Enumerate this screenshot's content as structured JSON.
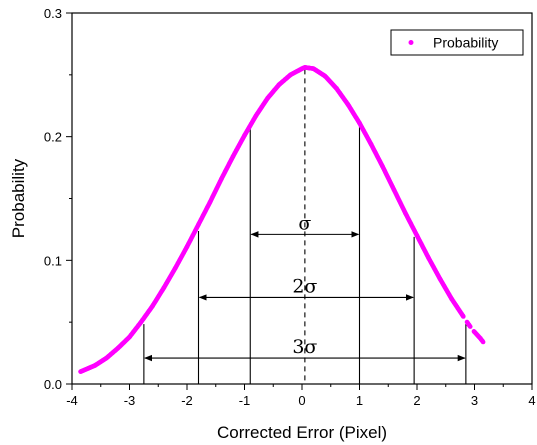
{
  "chart_data": {
    "type": "scatter",
    "xlabel": "Corrected Error (Pixel)",
    "ylabel": "Probability",
    "xlim": [
      -4,
      4
    ],
    "ylim": [
      0,
      0.3
    ],
    "x_ticks": [
      "-4",
      "-3",
      "-2",
      "-1",
      "0",
      "1",
      "2",
      "3",
      "4"
    ],
    "y_ticks": [
      "0.0",
      "0.1",
      "0.2",
      "0.3"
    ],
    "series": [
      {
        "name": "Probability",
        "color": "#ff00ff",
        "x": [
          -3.85,
          -3.6,
          -3.4,
          -3.2,
          -3.0,
          -2.8,
          -2.6,
          -2.4,
          -2.2,
          -2.0,
          -1.8,
          -1.6,
          -1.4,
          -1.2,
          -1.0,
          -0.8,
          -0.6,
          -0.4,
          -0.2,
          0.0,
          0.05,
          0.2,
          0.4,
          0.6,
          0.8,
          1.0,
          1.2,
          1.4,
          1.6,
          1.8,
          2.0,
          2.2,
          2.4,
          2.6,
          2.8,
          2.9,
          3.0,
          3.1,
          3.15
        ],
        "y": [
          0.01,
          0.015,
          0.021,
          0.029,
          0.038,
          0.05,
          0.063,
          0.078,
          0.094,
          0.111,
          0.129,
          0.147,
          0.166,
          0.184,
          0.201,
          0.217,
          0.231,
          0.242,
          0.25,
          0.255,
          0.256,
          0.255,
          0.249,
          0.239,
          0.226,
          0.211,
          0.194,
          0.176,
          0.157,
          0.138,
          0.12,
          0.102,
          0.085,
          0.069,
          0.055,
          0.048,
          0.042,
          0.037,
          0.034
        ]
      }
    ],
    "mean": 0.05,
    "sigma_bounds": [
      {
        "label": "σ",
        "left": -0.9,
        "right": 1.0,
        "arrow_y": 0.121
      },
      {
        "label": "2σ",
        "left": -1.8,
        "right": 1.95,
        "arrow_y": 0.07
      },
      {
        "label": "3σ",
        "left": -2.75,
        "right": 2.85,
        "arrow_y": 0.021
      }
    ],
    "grid": false,
    "legend_position": "top-right"
  }
}
